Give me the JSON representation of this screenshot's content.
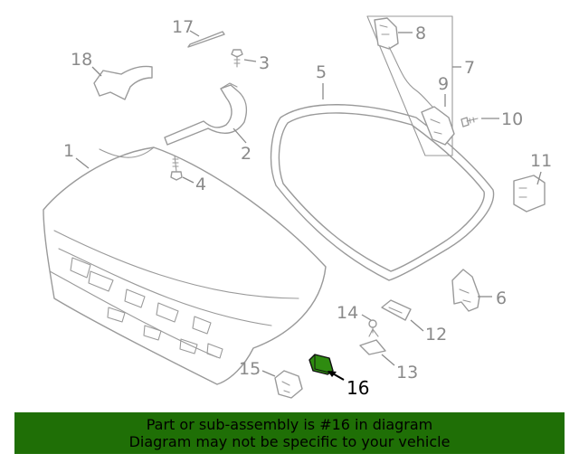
{
  "diagram": {
    "callouts": [
      {
        "id": "1",
        "text": "1"
      },
      {
        "id": "2",
        "text": "2"
      },
      {
        "id": "3",
        "text": "3"
      },
      {
        "id": "4",
        "text": "4"
      },
      {
        "id": "5",
        "text": "5"
      },
      {
        "id": "6",
        "text": "6"
      },
      {
        "id": "7",
        "text": "7"
      },
      {
        "id": "8",
        "text": "8"
      },
      {
        "id": "9",
        "text": "9"
      },
      {
        "id": "10",
        "text": "10"
      },
      {
        "id": "11",
        "text": "11"
      },
      {
        "id": "12",
        "text": "12"
      },
      {
        "id": "13",
        "text": "13"
      },
      {
        "id": "14",
        "text": "14"
      },
      {
        "id": "15",
        "text": "15"
      },
      {
        "id": "16",
        "text": "16"
      },
      {
        "id": "17",
        "text": "17"
      },
      {
        "id": "18",
        "text": "18"
      }
    ],
    "highlighted_part": "16",
    "highlight_color": "#2e8b10",
    "part_stroke_color": "#9a9a9a"
  },
  "banner": {
    "line1": "Part or sub-assembly is #16 in diagram",
    "line2": "Diagram may not be specific to your vehicle",
    "background": "#1f6f06"
  }
}
